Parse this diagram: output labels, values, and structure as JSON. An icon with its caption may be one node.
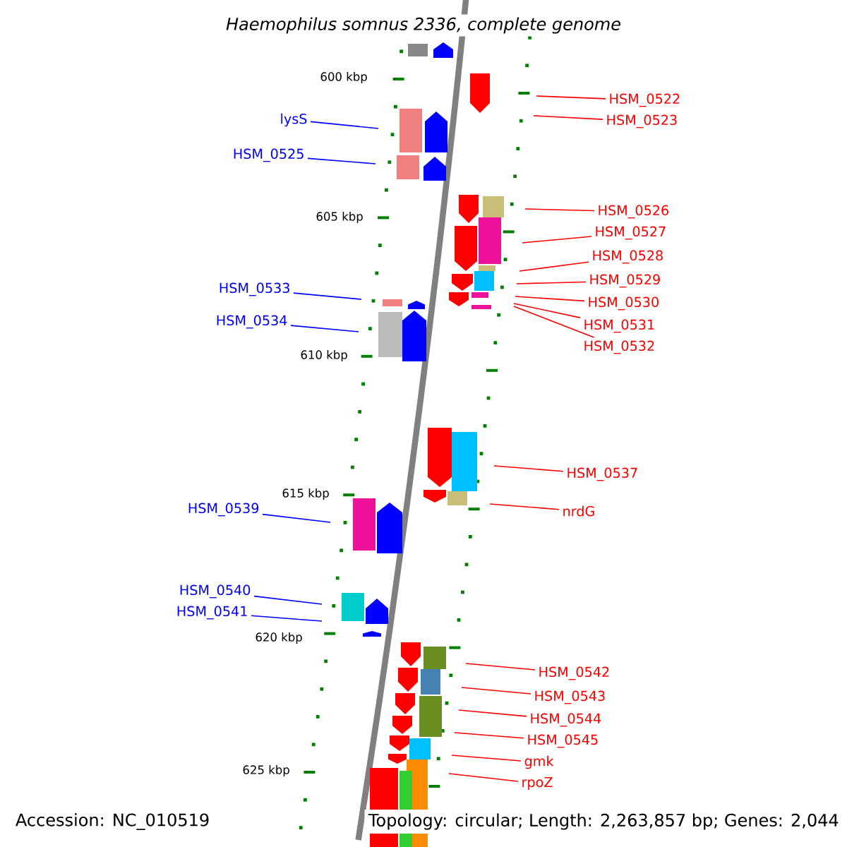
{
  "diagram": {
    "title": "*Haemophilus somnus* 2336, complete genome",
    "nodes": [
      {
        "text": [
          "HSM_0522"
        ]
      },
      {
        "text": [
          "HSM_0523"
        ]
      },
      {
        "text": [
          "lysS"
        ]
      },
      {
        "text": [
          "HSM_0525"
        ]
      },
      {
        "text": [
          "HSM_0526"
        ]
      },
      {
        "text": [
          "HSM_0527"
        ]
      },
      {
        "text": [
          "HSM_0528"
        ]
      },
      {
        "text": [
          "HSM_0529"
        ]
      },
      {
        "text": [
          "HSM_0530"
        ]
      },
      {
        "text": [
          "HSM_0531"
        ]
      },
      {
        "text": [
          "HSM_0532"
        ]
      },
      {
        "text": [
          "HSM_0533"
        ]
      },
      {
        "text": [
          "HSM_0534"
        ]
      },
      {
        "text": [
          "HSM_0537"
        ]
      },
      {
        "text": [
          "nrdG"
        ]
      },
      {
        "text": [
          "HSM_0539"
        ]
      },
      {
        "text": [
          "HSM_0540"
        ]
      },
      {
        "text": [
          "HSM_0541"
        ]
      },
      {
        "text": [
          "HSM_0542"
        ]
      },
      {
        "text": [
          "HSM_0543"
        ]
      },
      {
        "text": [
          "HSM_0544"
        ]
      },
      {
        "text": [
          "HSM_0545"
        ]
      },
      {
        "text": [
          "gmk"
        ]
      },
      {
        "text": [
          "rpoZ"
        ]
      }
    ],
    "edges": [
      {
        "from": 0,
        "to": null,
        "arrow": "none"
      },
      {
        "from": 1,
        "to": null,
        "arrow": "none"
      },
      {
        "from": 2,
        "to": null,
        "arrow": "none",
        "color": "#0000ff"
      },
      {
        "from": 3,
        "to": null,
        "arrow": "none",
        "color": "#0000ff"
      },
      {
        "from": 4,
        "to": null,
        "arrow": "none"
      },
      {
        "from": 5,
        "to": null,
        "arrow": "none"
      },
      {
        "from": 6,
        "to": null,
        "arrow": "none"
      },
      {
        "from": 7,
        "to": null,
        "arrow": "none"
      },
      {
        "from": 8,
        "to": null,
        "arrow": "none"
      },
      {
        "from": 9,
        "to": null,
        "arrow": "none"
      },
      {
        "from": 10,
        "to": null,
        "arrow": "none"
      },
      {
        "from": 11,
        "to": null,
        "arrow": "none",
        "color": "#0000ff"
      },
      {
        "from": 12,
        "to": null,
        "arrow": "none",
        "color": "#0000ff"
      },
      {
        "from": 13,
        "to": null,
        "arrow": "none"
      },
      {
        "from": 14,
        "to": null,
        "arrow": "none"
      },
      {
        "from": 15,
        "to": null,
        "arrow": "none",
        "color": "#0000ff"
      },
      {
        "from": 16,
        "to": null,
        "arrow": "none",
        "color": "#0000ff"
      },
      {
        "from": 17,
        "to": null,
        "arrow": "none",
        "color": "#0000ff"
      },
      {
        "from": 18,
        "to": null,
        "arrow": "none"
      },
      {
        "from": 19,
        "to": null,
        "arrow": "none"
      },
      {
        "from": 20,
        "to": null,
        "arrow": "none"
      },
      {
        "from": 21,
        "to": null,
        "arrow": "none"
      },
      {
        "from": 22,
        "to": null,
        "arrow": "none"
      },
      {
        "from": 23,
        "to": null,
        "arrow": "none"
      }
    ],
    "labels": [
      "600 kbp",
      "605 kbp",
      "610 kbp",
      "615 kbp",
      "620 kbp",
      "625 kbp",
      "Accession: NC_010519",
      "Topology: circular; Length: 2,263,857 bp; Genes: 2,044"
    ]
  }
}
